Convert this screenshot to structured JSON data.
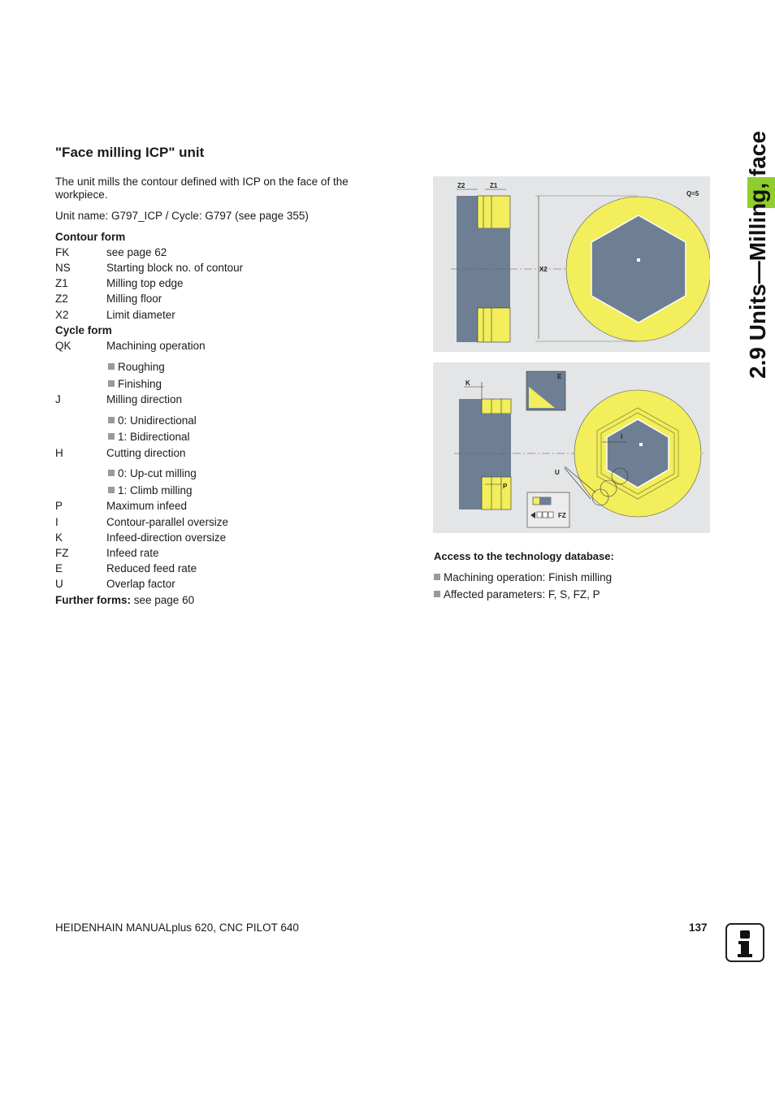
{
  "title": "\"Face milling ICP\" unit",
  "intro": "The unit mills the contour defined with ICP on the face of the workpiece.",
  "unit_name": "Unit name: G797_ICP / Cycle: G797 (see page 355)",
  "contour_form": {
    "heading": "Contour form",
    "rows": [
      {
        "k": "FK",
        "v": "see page 62"
      },
      {
        "k": "NS",
        "v": "Starting block no. of contour"
      },
      {
        "k": "Z1",
        "v": "Milling top edge"
      },
      {
        "k": "Z2",
        "v": "Milling floor"
      },
      {
        "k": "X2",
        "v": "Limit diameter"
      }
    ]
  },
  "cycle_form": {
    "heading": "Cycle form",
    "qk": {
      "k": "QK",
      "v": "Machining operation",
      "options": [
        "Roughing",
        "Finishing"
      ]
    },
    "j": {
      "k": "J",
      "v": "Milling direction",
      "options": [
        "0: Unidirectional",
        "1: Bidirectional"
      ]
    },
    "h": {
      "k": "H",
      "v": "Cutting direction",
      "options": [
        "0: Up-cut milling",
        "1: Climb milling"
      ]
    },
    "rows": [
      {
        "k": "P",
        "v": "Maximum infeed"
      },
      {
        "k": "I",
        "v": "Contour-parallel oversize"
      },
      {
        "k": "K",
        "v": "Infeed-direction oversize"
      },
      {
        "k": "FZ",
        "v": "Infeed rate"
      },
      {
        "k": "E",
        "v": "Reduced feed rate"
      },
      {
        "k": "U",
        "v": "Overlap factor"
      }
    ]
  },
  "further_forms": {
    "label": "Further forms:",
    "text": " see page 60"
  },
  "tech_db": {
    "heading": "Access to the technology database:",
    "items": [
      "Machining operation: Finish milling",
      "Affected parameters: F, S, FZ, P"
    ]
  },
  "figure1": {
    "labels": {
      "z2": "Z2",
      "z1": "Z1",
      "x2": "X2",
      "q": "Q=5"
    }
  },
  "figure2": {
    "labels": {
      "k": "K",
      "e": "E",
      "i": "I",
      "u": "U",
      "p": "P",
      "fz": "FZ"
    }
  },
  "side_tab": "2.9 Units—Milling, face",
  "footer": {
    "left": "HEIDENHAIN MANUALplus 620, CNC PILOT 640",
    "page": "137"
  },
  "colors": {
    "yellow": "#f2ee5c",
    "steel": "#6e7f94",
    "panel": "#e4e5e6",
    "green": "#8fce2c"
  }
}
